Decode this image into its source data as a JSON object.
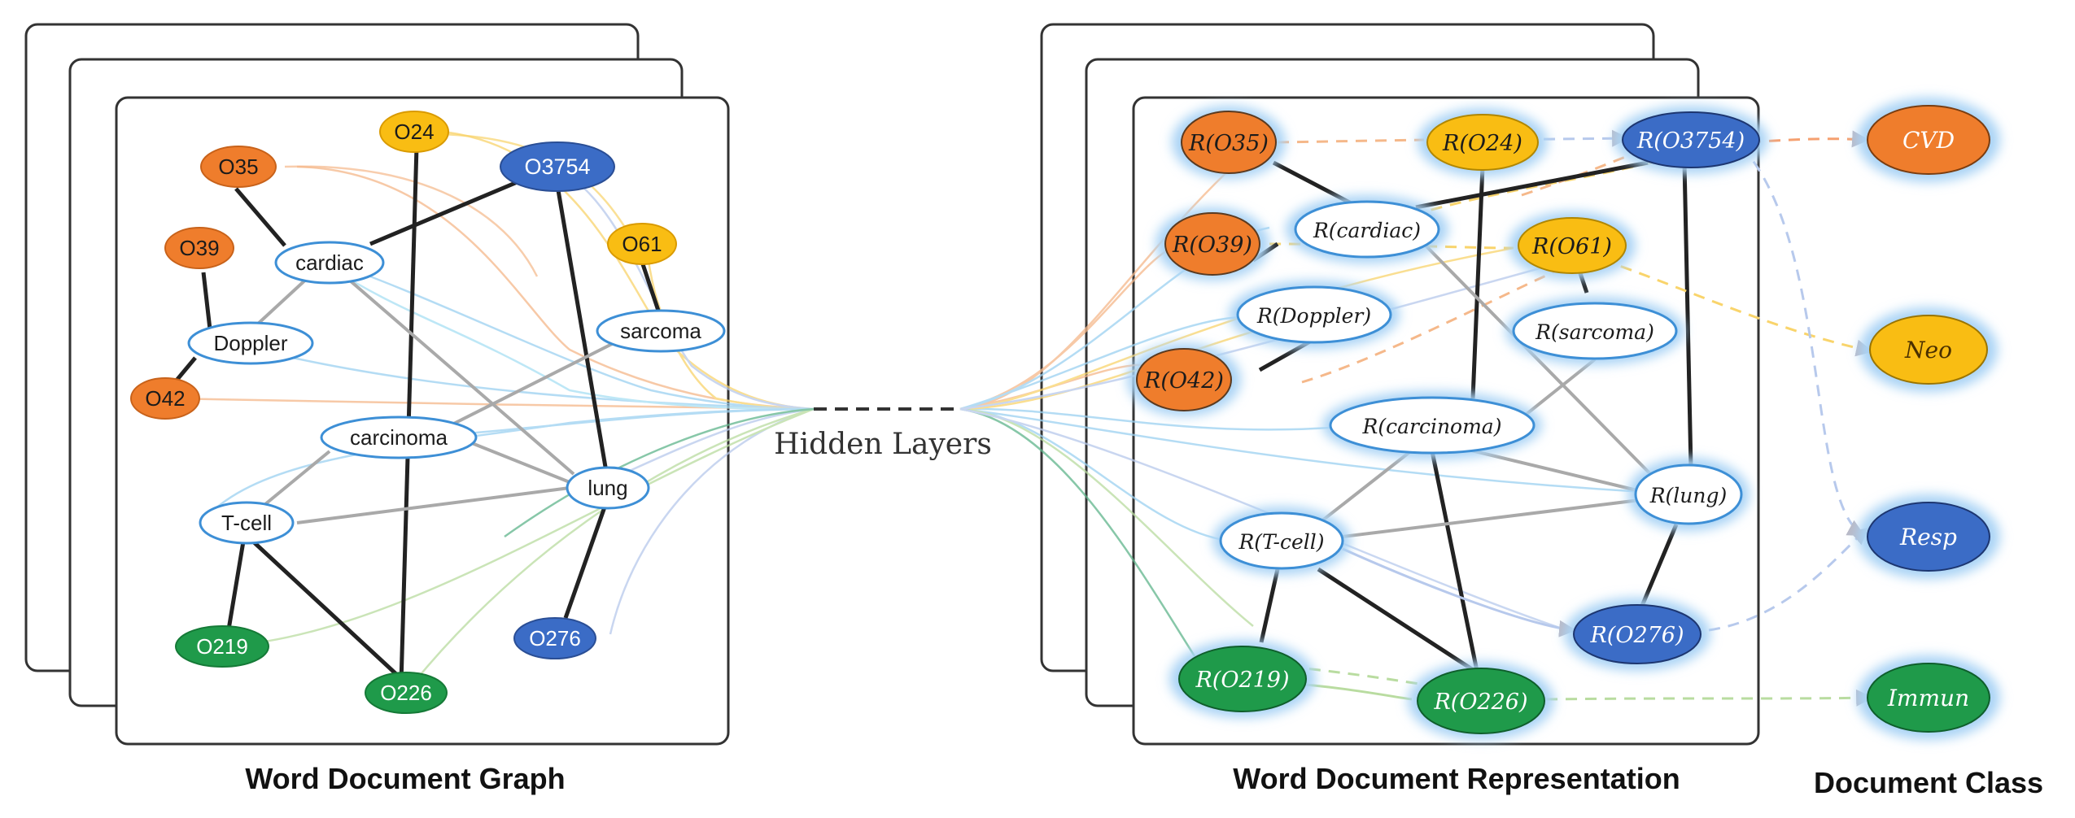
{
  "labels": {
    "hidden_layers": "Hidden Layers",
    "graph_caption": "Word Document Graph",
    "repr_caption": "Word Document Representation",
    "class_caption": "Document Class"
  },
  "colors": {
    "orange": "#ef7d2c",
    "yellow": "#f9bd13",
    "blue": "#3b6cc6",
    "green": "#1f9a4a",
    "word_stroke": "#3d8fd6",
    "edge_dark": "#222222",
    "edge_gray": "#a9a9a9",
    "glow": "#a9d3f5"
  },
  "graph": {
    "nodes": [
      {
        "id": "O35",
        "label": "O35",
        "kind": "orange"
      },
      {
        "id": "O24",
        "label": "O24",
        "kind": "yellow"
      },
      {
        "id": "O3754",
        "label": "O3754",
        "kind": "blue"
      },
      {
        "id": "O39",
        "label": "O39",
        "kind": "orange"
      },
      {
        "id": "cardiac",
        "label": "cardiac",
        "kind": "word"
      },
      {
        "id": "O61",
        "label": "O61",
        "kind": "yellow"
      },
      {
        "id": "Doppler",
        "label": "Doppler",
        "kind": "word"
      },
      {
        "id": "sarcoma",
        "label": "sarcoma",
        "kind": "word"
      },
      {
        "id": "O42",
        "label": "O42",
        "kind": "orange"
      },
      {
        "id": "carcinoma",
        "label": "carcinoma",
        "kind": "word"
      },
      {
        "id": "lung",
        "label": "lung",
        "kind": "word"
      },
      {
        "id": "Tcell",
        "label": "T-cell",
        "kind": "word"
      },
      {
        "id": "O219",
        "label": "O219",
        "kind": "green"
      },
      {
        "id": "O276",
        "label": "O276",
        "kind": "blue"
      },
      {
        "id": "O226",
        "label": "O226",
        "kind": "green"
      }
    ]
  },
  "representation": {
    "nodes": [
      {
        "id": "O35",
        "label": "R(O35)",
        "kind": "orange"
      },
      {
        "id": "O24",
        "label": "R(O24)",
        "kind": "yellow"
      },
      {
        "id": "O3754",
        "label": "R(O3754)",
        "kind": "blue"
      },
      {
        "id": "O39",
        "label": "R(O39)",
        "kind": "orange"
      },
      {
        "id": "cardiac",
        "label": "R(cardiac)",
        "kind": "word"
      },
      {
        "id": "O61",
        "label": "R(O61)",
        "kind": "yellow"
      },
      {
        "id": "Doppler",
        "label": "R(Doppler)",
        "kind": "word"
      },
      {
        "id": "sarcoma",
        "label": "R(sarcoma)",
        "kind": "word"
      },
      {
        "id": "O42",
        "label": "R(O42)",
        "kind": "orange"
      },
      {
        "id": "carcinoma",
        "label": "R(carcinoma)",
        "kind": "word"
      },
      {
        "id": "lung",
        "label": "R(lung)",
        "kind": "word"
      },
      {
        "id": "Tcell",
        "label": "R(T-cell)",
        "kind": "word"
      },
      {
        "id": "O276",
        "label": "R(O276)",
        "kind": "blue"
      },
      {
        "id": "O219",
        "label": "R(O219)",
        "kind": "green"
      },
      {
        "id": "O226",
        "label": "R(O226)",
        "kind": "green"
      }
    ]
  },
  "classes": [
    {
      "id": "CVD",
      "label": "CVD",
      "kind": "orange"
    },
    {
      "id": "Neo",
      "label": "Neo",
      "kind": "yellow"
    },
    {
      "id": "Resp",
      "label": "Resp",
      "kind": "blue"
    },
    {
      "id": "Immun",
      "label": "Immun",
      "kind": "green"
    }
  ]
}
